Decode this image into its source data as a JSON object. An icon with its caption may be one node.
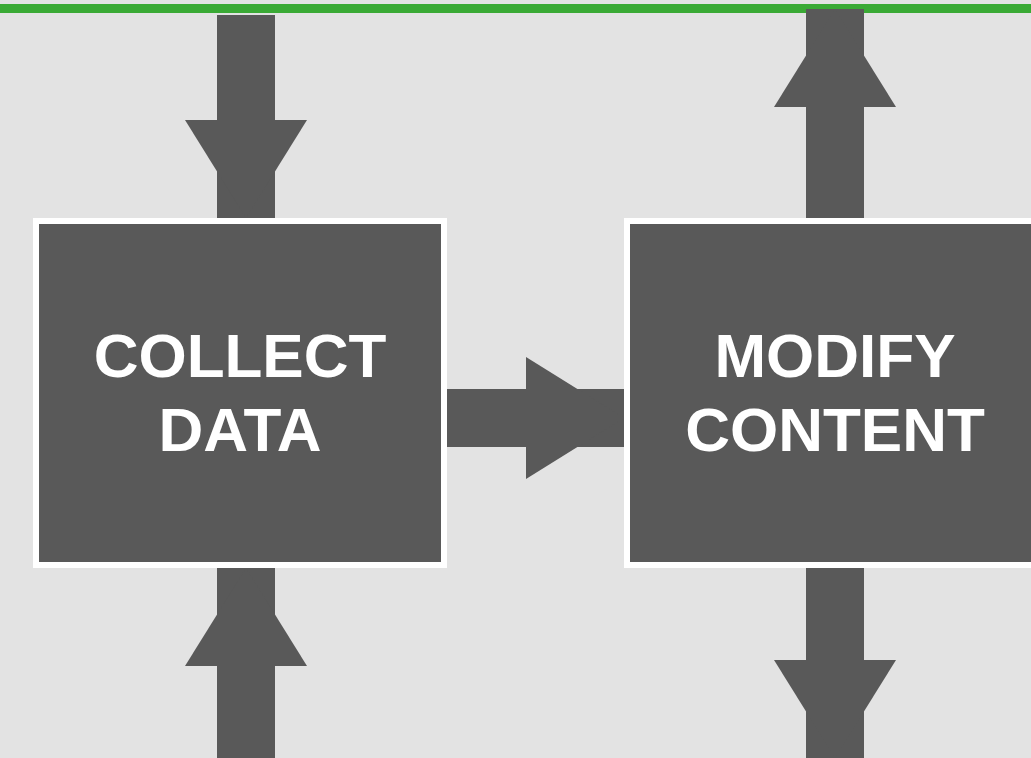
{
  "diagram": {
    "nodes": [
      {
        "text": [
          "COLLECT DATA"
        ]
      },
      {
        "text": [
          "MODIFY CONTENT"
        ]
      }
    ],
    "edges": [
      {
        "from": null,
        "to": 0,
        "arrow": "to"
      },
      {
        "from": null,
        "to": 0,
        "arrow": "to"
      },
      {
        "from": 0,
        "to": 1,
        "arrow": "to"
      },
      {
        "from": 1,
        "to": null,
        "arrow": "to"
      },
      {
        "from": 1,
        "to": null,
        "arrow": "to"
      }
    ]
  }
}
